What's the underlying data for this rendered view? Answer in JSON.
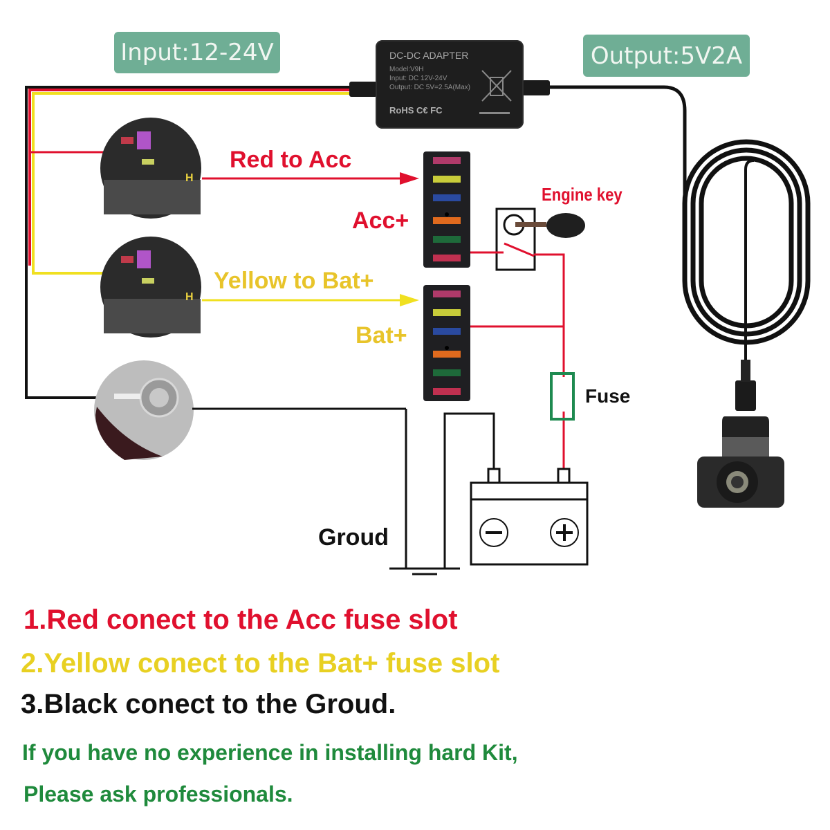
{
  "badges": {
    "input": "Input:12-24V",
    "output": "Output:5V2A"
  },
  "adapter": {
    "title": "DC-DC ADAPTER",
    "model": "Model:V9H",
    "input": "Input: DC 12V-24V",
    "output": "Output: DC 5V=2.5A(Max)",
    "certs": "RoHS C€ FC",
    "icons": [
      "recycle-bin-crossed-icon",
      "certification-mark-icon"
    ]
  },
  "labels": {
    "red_to_acc": "Red to Acc",
    "acc_plus": "Acc+",
    "yellow_to_bat": "Yellow to Bat+",
    "bat_plus": "Bat+",
    "engine_key": "Engine key",
    "fuse": "Fuse",
    "ground": "Groud",
    "battery_minus": "−",
    "battery_plus": "+"
  },
  "instructions": [
    {
      "text": "1.Red conect to the Acc fuse slot",
      "color": "#e0102e"
    },
    {
      "text": "2.Yellow conect to the Bat+ fuse slot",
      "color": "#e8d022"
    },
    {
      "text": "3.Black conect to the Groud.",
      "color": "#111111"
    }
  ],
  "warning": {
    "line1": "If you have no experience in installing hard Kit,",
    "line2": "Please ask professionals."
  },
  "colors": {
    "badge_bg": "#6fae95",
    "wire_red": "#e0102e",
    "wire_yellow": "#f0e020",
    "wire_black": "#111111",
    "fuse_green": "#1e8a50",
    "warning_green": "#1f8a3c"
  },
  "fuse_slots": [
    "#b03a6a",
    "#c8cc3a",
    "#2a4aa0",
    "#e06a1e",
    "#1e6a3a",
    "#c03050"
  ]
}
